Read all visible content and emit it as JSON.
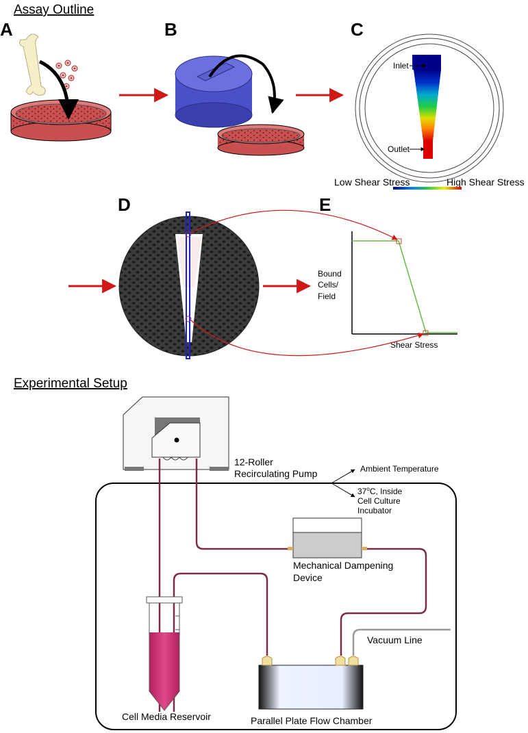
{
  "headings": {
    "assay_outline": "Assay Outline",
    "experimental_setup": "Experimental Setup"
  },
  "panels": {
    "a": "A",
    "b": "B",
    "c": "C",
    "d": "D",
    "e": "E"
  },
  "panel_c": {
    "inlet": "Inlet",
    "outlet": "Outlet",
    "scale_low": "Low Shear Stress",
    "scale_high": "High Shear Stress"
  },
  "panel_e": {
    "ylabel_line1": "Bound",
    "ylabel_line2": "Cells/",
    "ylabel_line3": "Field",
    "xlabel": "Shear Stress"
  },
  "setup": {
    "pump_line1": "12-Roller",
    "pump_line2": "Recirculating Pump",
    "ambient": "Ambient Temperature",
    "incubator_line1_a": "37",
    "incubator_line1_sup": "o",
    "incubator_line1_b": "C, Inside",
    "incubator_line2": "Cell Culture",
    "incubator_line3": "Incubator",
    "dampener_line1": "Mechanical Dampening",
    "dampener_line2": "Device",
    "vacuum": "Vacuum Line",
    "reservoir": "Cell Media Reservoir",
    "chamber": "Parallel Plate Flow Chamber"
  },
  "colors": {
    "arrow_red": "#d01818",
    "tube": "#7a2a4a",
    "dish_red": "#d96a6a",
    "chamber_blue": "#5a5fd0",
    "media_pink": "#d63a7a",
    "plot_green": "#66bb44"
  }
}
